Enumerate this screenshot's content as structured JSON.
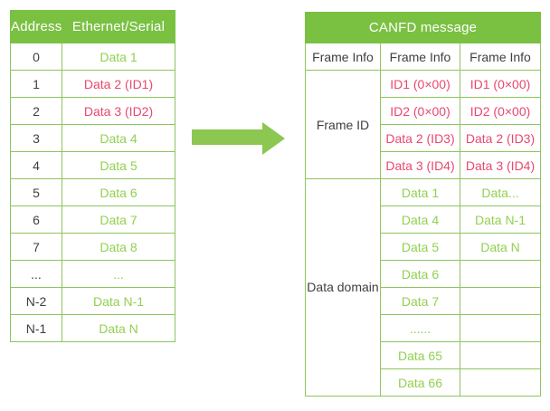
{
  "colors": {
    "header_green": "#7AC142",
    "border_green": "#8CC65E",
    "text_light_green": "#92D050",
    "text_red": "#E8486D",
    "text_dark": "#3F3F3F",
    "header_text": "#FFFFFF",
    "arrow_green": "#8CC751"
  },
  "left_table": {
    "headers": [
      "Address",
      "Ethernet/Serial"
    ],
    "rows": [
      {
        "address": "0",
        "value": "Data 1",
        "color": "green"
      },
      {
        "address": "1",
        "value": "Data 2 (ID1)",
        "color": "red"
      },
      {
        "address": "2",
        "value": "Data 3 (ID2)",
        "color": "red"
      },
      {
        "address": "3",
        "value": "Data 4",
        "color": "green"
      },
      {
        "address": "4",
        "value": "Data 5",
        "color": "green"
      },
      {
        "address": "5",
        "value": "Data 6",
        "color": "green"
      },
      {
        "address": "6",
        "value": "Data 7",
        "color": "green"
      },
      {
        "address": "7",
        "value": "Data 8",
        "color": "green"
      },
      {
        "address": "...",
        "value": "...",
        "color": "green"
      },
      {
        "address": "N-2",
        "value": "Data N-1",
        "color": "green"
      },
      {
        "address": "N-1",
        "value": "Data N",
        "color": "green"
      }
    ]
  },
  "arrow": {
    "direction": "right"
  },
  "right_table": {
    "title": "CANFD message",
    "frame_info": [
      "Frame Info",
      "Frame Info",
      "Frame Info"
    ],
    "frame_id": {
      "label": "Frame ID",
      "col2": [
        "ID1 (0×00)",
        "ID2 (0×00)",
        "Data 2 (ID3)",
        "Data 3 (ID4)"
      ],
      "col3": [
        "ID1 (0×00)",
        "ID2 (0×00)",
        "Data 2 (ID3)",
        "Data 3 (ID4)"
      ]
    },
    "data_domain": {
      "label": "Data domain",
      "col2": [
        "Data 1",
        "Data 4",
        "Data 5",
        "Data 6",
        "Data 7",
        "......",
        "Data 65",
        "Data 66"
      ],
      "col3": [
        "Data...",
        "Data N-1",
        "Data N",
        "",
        "",
        "",
        "",
        ""
      ]
    }
  }
}
